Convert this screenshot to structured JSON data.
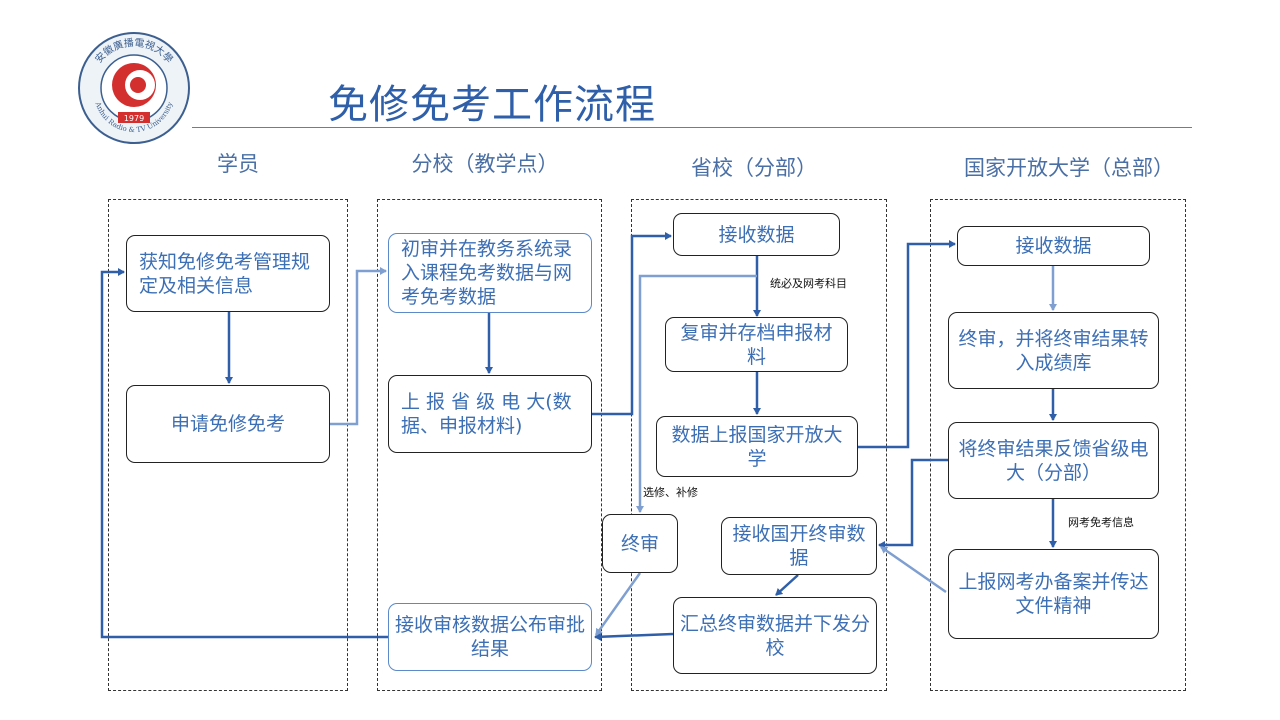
{
  "title": "免修免考工作流程",
  "logo": {
    "ring_text_top": "安徽廣播電視大學",
    "ring_text_bottom": "Anhui Radio & TV University",
    "year": "1979"
  },
  "columns": {
    "student": "学员",
    "branch": "分校（教学点）",
    "province": "省校（分部）",
    "national": "国家开放大学（总部）"
  },
  "student": {
    "learn": "获知免修免考管理规定及相关信息",
    "apply": "申请免修免考"
  },
  "branch": {
    "review": "初审并在教务系统录入课程免考数据与网考免考数据",
    "report": "上 报 省 级 电 大(数据、申报材料)",
    "final": "终审",
    "receive": "接收审核数据公布审批结果"
  },
  "province": {
    "receive": "接收数据",
    "recheck": "复审并存档申报材料",
    "upload": "数据上报国家开放大学",
    "receive_final": "接收国开终审数据",
    "summarize": "汇总终审数据并下发分校"
  },
  "national": {
    "receive": "接收数据",
    "final": "终审，并将终审结果转入成绩库",
    "feedback": "将终审结果反馈省级电大（分部）",
    "report_exam": "上报网考办备案并传达文件精神"
  },
  "notes": {
    "exam_subjects": "统必及网考科目",
    "elective": "选修、补修",
    "exam_info": "网考免考信息"
  },
  "colors": {
    "dark_line": "#2e5fa8",
    "light_line": "#7f9fd0",
    "title": "#2e5fa8",
    "text": "#3d6fb5",
    "rule": "#d9534f"
  }
}
